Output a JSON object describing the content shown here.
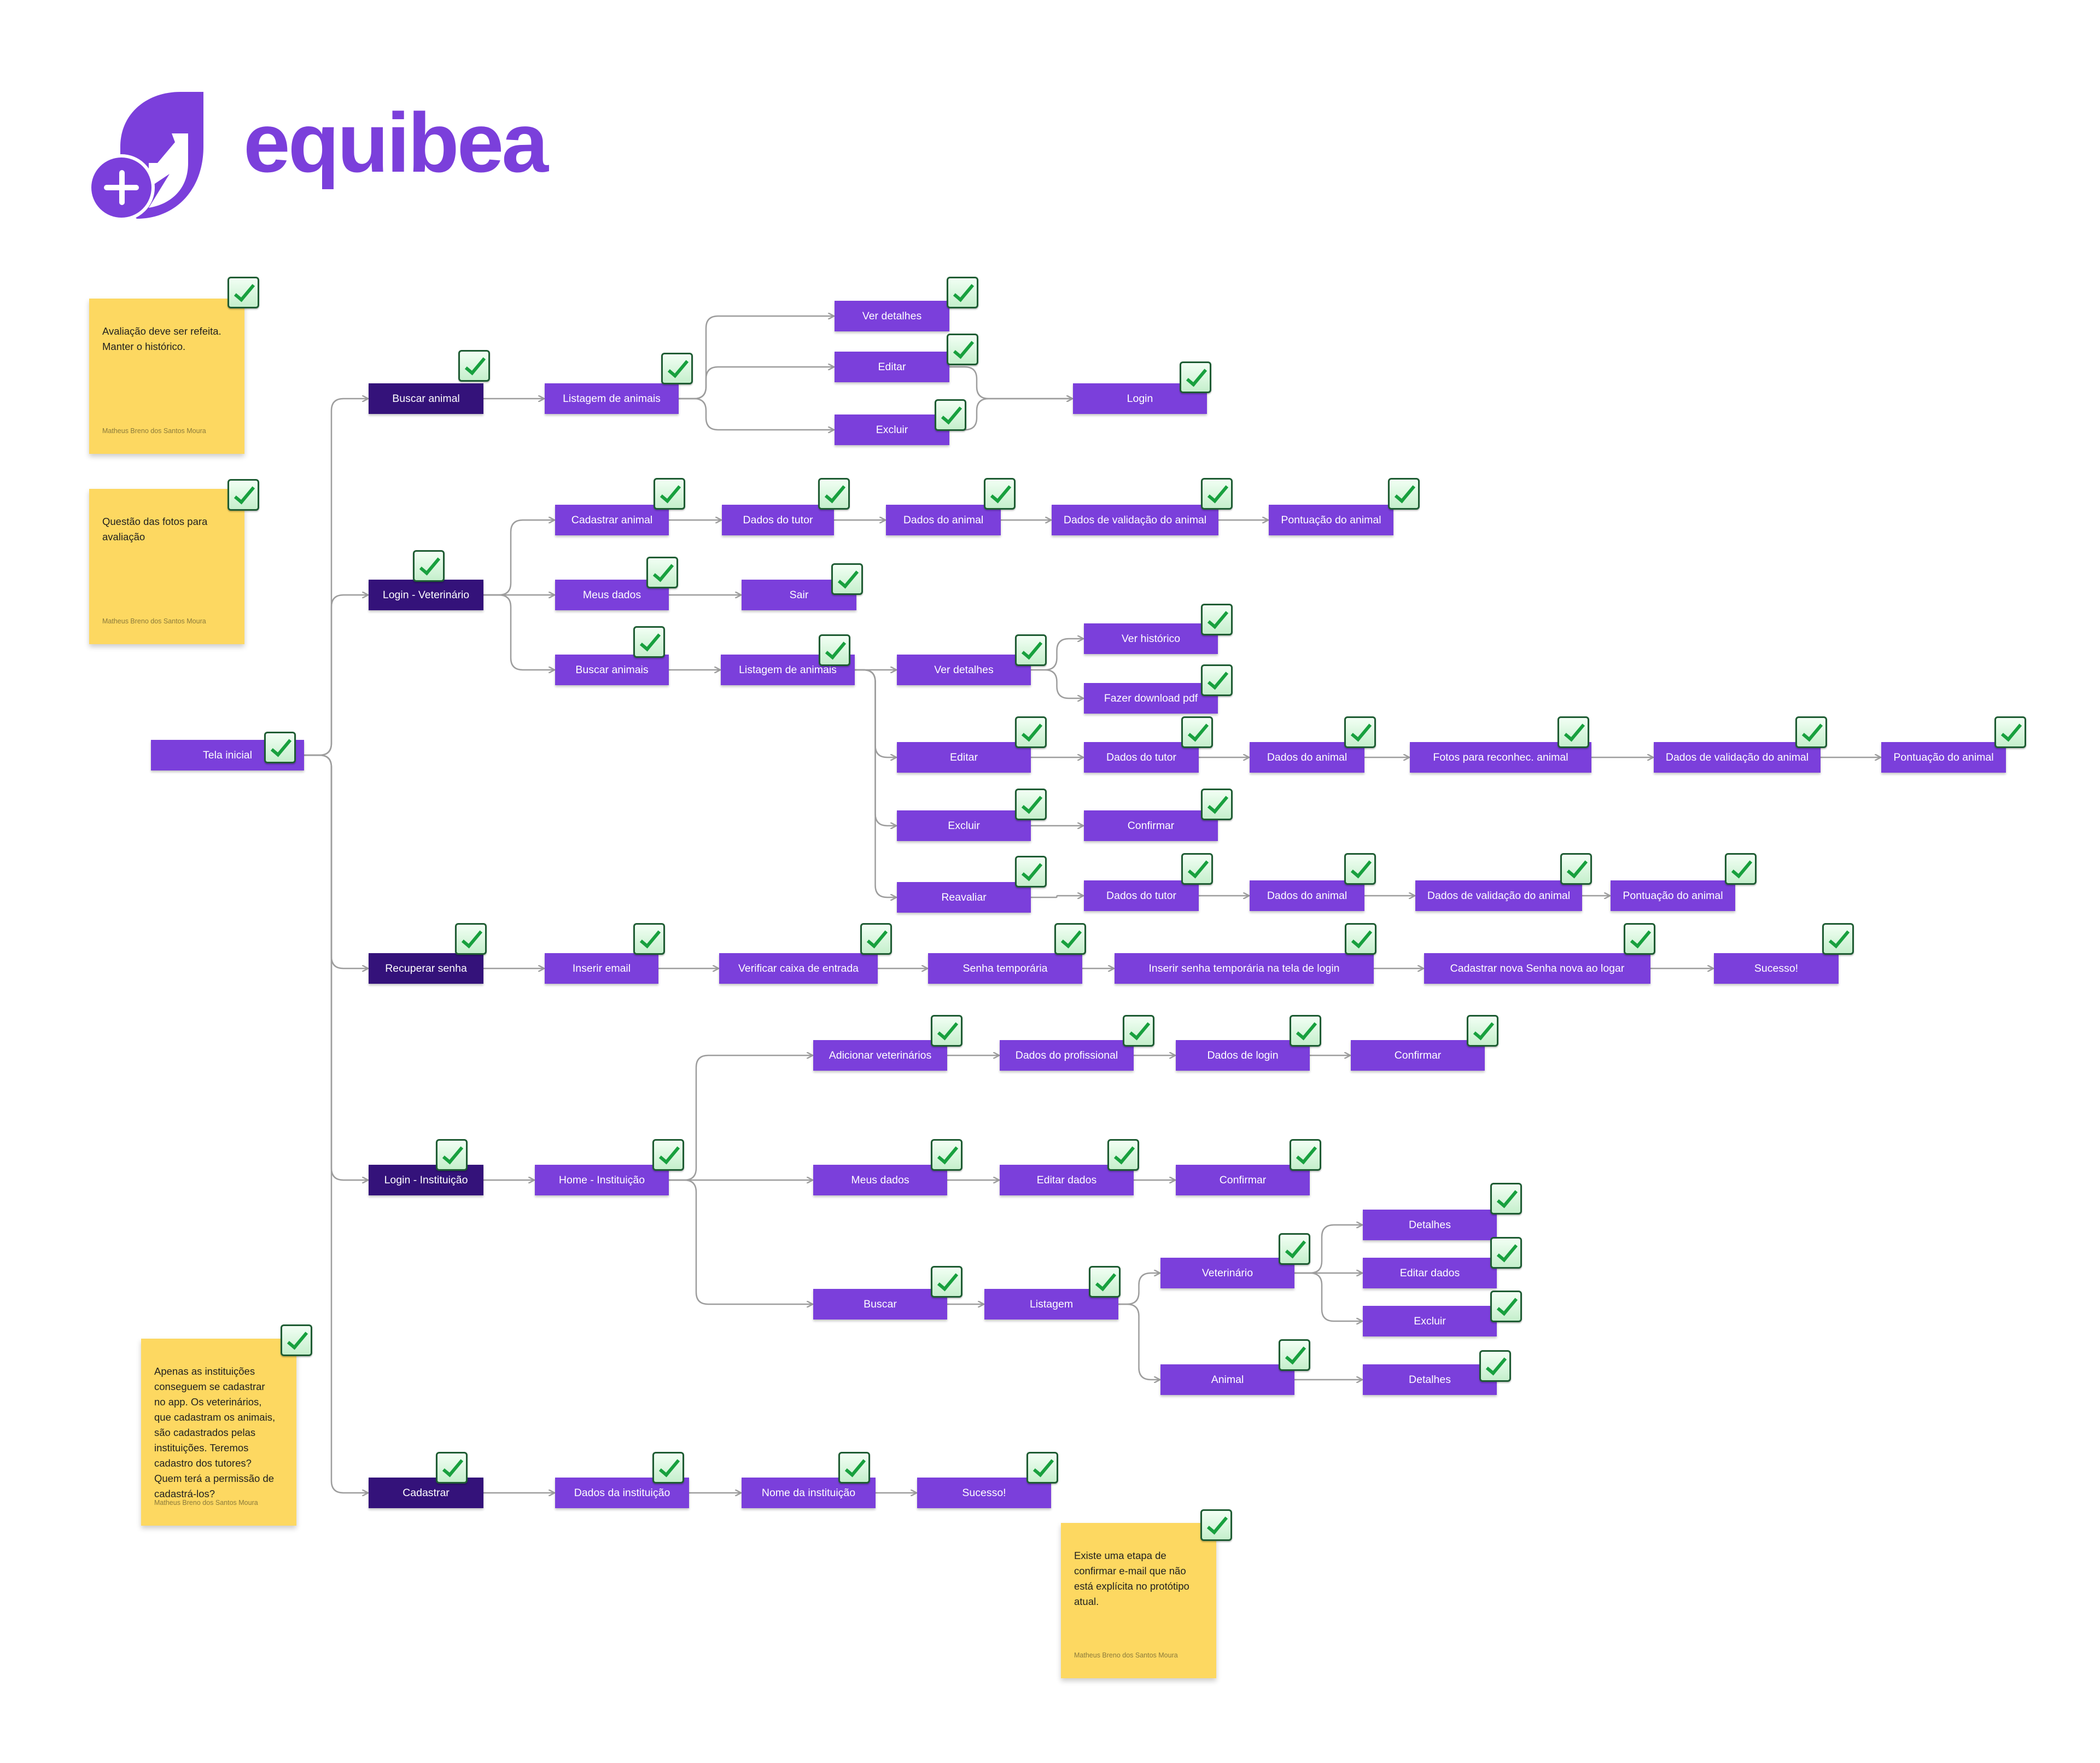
{
  "brand": {
    "name": "equibea",
    "logo_icon": "plus-horse-logo-icon",
    "colors": {
      "primary": "#7b3fdb",
      "primary_dark": "#34127a",
      "sticky": "#fdd861",
      "check": "#18a03e",
      "connector": "#9d9d9d"
    }
  },
  "nodes": {
    "tela_inicial": "Tela inicial",
    "buscar_animal": "Buscar animal",
    "listagem_de_animais": "Listagem de animais",
    "ver_detalhes_1": "Ver detalhes",
    "editar_1": "Editar",
    "excluir_1": "Excluir",
    "login_1": "Login",
    "login_veterinario": "Login - Veterinário",
    "cadastrar_animal": "Cadastrar animal",
    "dados_do_tutor_1": "Dados do tutor",
    "dados_do_animal_1": "Dados do animal",
    "dados_validacao_1": "Dados de validação do animal",
    "pontuacao_1": "Pontuação do animal",
    "meus_dados_1": "Meus dados",
    "sair": "Sair",
    "buscar_animais": "Buscar animais",
    "listagem_de_animais_2": "Listagem de animais",
    "ver_detalhes_2": "Ver detalhes",
    "ver_historico": "Ver histórico",
    "fazer_download_pdf": "Fazer download pdf",
    "editar_2": "Editar",
    "dados_do_tutor_2": "Dados do tutor",
    "dados_do_animal_2": "Dados do animal",
    "fotos_reconhec": "Fotos para reconhec. animal",
    "dados_validacao_2": "Dados de validação do animal",
    "pontuacao_2": "Pontuação do animal",
    "excluir_2": "Excluir",
    "confirmar_1": "Confirmar",
    "reavaliar": "Reavaliar",
    "dados_do_tutor_3": "Dados do tutor",
    "dados_do_animal_3": "Dados do animal",
    "dados_validacao_3": "Dados de validação do animal",
    "pontuacao_3": "Pontuação do animal",
    "recuperar_senha": "Recuperar senha",
    "inserir_email": "Inserir email",
    "verificar_caixa": "Verificar caixa de entrada",
    "senha_temporaria": "Senha temporária",
    "inserir_senha_temporaria": "Inserir senha temporária na tela de login",
    "cadastrar_nova_senha": "Cadastrar nova Senha nova ao logar",
    "sucesso_1": "Sucesso!",
    "login_instituicao": "Login - Instituição",
    "home_instituicao": "Home - Instituição",
    "adicionar_veterinarios": "Adicionar veterinários",
    "dados_do_profissional": "Dados do profissional",
    "dados_de_login": "Dados de login",
    "confirmar_2": "Confirmar",
    "meus_dados_2": "Meus dados",
    "editar_dados_1": "Editar dados",
    "confirmar_3": "Confirmar",
    "buscar": "Buscar",
    "listagem": "Listagem",
    "veterinario": "Veterinário",
    "detalhes_1": "Detalhes",
    "editar_dados_2": "Editar dados",
    "excluir_3": "Excluir",
    "animal": "Animal",
    "detalhes_2": "Detalhes",
    "cadastrar": "Cadastrar",
    "dados_da_instituicao": "Dados da instituição",
    "nome_da_instituicao": "Nome da instituição",
    "sucesso_2": "Sucesso!"
  },
  "stickies": {
    "note_1": {
      "text": "Avaliação deve ser refeita.\nManter o histórico.",
      "author": "Matheus Breno dos Santos Moura"
    },
    "note_2": {
      "text": "Questão das fotos para\navaliação",
      "author": "Matheus Breno dos Santos Moura"
    },
    "note_3": {
      "text": "Apenas as instituições\nconseguem se cadastrar\nno app. Os veterinários,\nque cadastram os animais,\nsão cadastrados pelas\ninstituições. Teremos\ncadastro dos tutores?\nQuem terá a permissão de\ncadastrá-los?",
      "author": "Matheus Breno dos Santos Moura"
    },
    "note_4": {
      "text": "Existe uma etapa de\nconfirmar e-mail que não\nestá explícita no protótipo\natual.",
      "author": "Matheus Breno dos Santos Moura"
    }
  },
  "edges": [
    [
      "tela_inicial",
      "buscar_animal"
    ],
    [
      "tela_inicial",
      "login_veterinario"
    ],
    [
      "tela_inicial",
      "recuperar_senha"
    ],
    [
      "tela_inicial",
      "login_instituicao"
    ],
    [
      "tela_inicial",
      "cadastrar"
    ],
    [
      "buscar_animal",
      "listagem_de_animais"
    ],
    [
      "listagem_de_animais",
      "ver_detalhes_1"
    ],
    [
      "listagem_de_animais",
      "editar_1"
    ],
    [
      "listagem_de_animais",
      "excluir_1"
    ],
    [
      "editar_1",
      "login_1"
    ],
    [
      "excluir_1",
      "login_1"
    ],
    [
      "login_veterinario",
      "cadastrar_animal"
    ],
    [
      "login_veterinario",
      "meus_dados_1"
    ],
    [
      "login_veterinario",
      "buscar_animais"
    ],
    [
      "cadastrar_animal",
      "dados_do_tutor_1"
    ],
    [
      "dados_do_tutor_1",
      "dados_do_animal_1"
    ],
    [
      "dados_do_animal_1",
      "dados_validacao_1"
    ],
    [
      "dados_validacao_1",
      "pontuacao_1"
    ],
    [
      "meus_dados_1",
      "sair"
    ],
    [
      "buscar_animais",
      "listagem_de_animais_2"
    ],
    [
      "listagem_de_animais_2",
      "ver_detalhes_2"
    ],
    [
      "listagem_de_animais_2",
      "editar_2"
    ],
    [
      "listagem_de_animais_2",
      "excluir_2"
    ],
    [
      "listagem_de_animais_2",
      "reavaliar"
    ],
    [
      "ver_detalhes_2",
      "ver_historico"
    ],
    [
      "ver_detalhes_2",
      "fazer_download_pdf"
    ],
    [
      "editar_2",
      "dados_do_tutor_2"
    ],
    [
      "dados_do_tutor_2",
      "dados_do_animal_2"
    ],
    [
      "dados_do_animal_2",
      "fotos_reconhec"
    ],
    [
      "fotos_reconhec",
      "dados_validacao_2"
    ],
    [
      "dados_validacao_2",
      "pontuacao_2"
    ],
    [
      "excluir_2",
      "confirmar_1"
    ],
    [
      "reavaliar",
      "dados_do_tutor_3"
    ],
    [
      "dados_do_tutor_3",
      "dados_do_animal_3"
    ],
    [
      "dados_do_animal_3",
      "dados_validacao_3"
    ],
    [
      "dados_validacao_3",
      "pontuacao_3"
    ],
    [
      "recuperar_senha",
      "inserir_email"
    ],
    [
      "inserir_email",
      "verificar_caixa"
    ],
    [
      "verificar_caixa",
      "senha_temporaria"
    ],
    [
      "senha_temporaria",
      "inserir_senha_temporaria"
    ],
    [
      "inserir_senha_temporaria",
      "cadastrar_nova_senha"
    ],
    [
      "cadastrar_nova_senha",
      "sucesso_1"
    ],
    [
      "login_instituicao",
      "home_instituicao"
    ],
    [
      "home_instituicao",
      "adicionar_veterinarios"
    ],
    [
      "home_instituicao",
      "meus_dados_2"
    ],
    [
      "home_instituicao",
      "buscar"
    ],
    [
      "adicionar_veterinarios",
      "dados_do_profissional"
    ],
    [
      "dados_do_profissional",
      "dados_de_login"
    ],
    [
      "dados_de_login",
      "confirmar_2"
    ],
    [
      "meus_dados_2",
      "editar_dados_1"
    ],
    [
      "editar_dados_1",
      "confirmar_3"
    ],
    [
      "buscar",
      "listagem"
    ],
    [
      "listagem",
      "veterinario"
    ],
    [
      "listagem",
      "animal"
    ],
    [
      "veterinario",
      "detalhes_1"
    ],
    [
      "veterinario",
      "editar_dados_2"
    ],
    [
      "veterinario",
      "excluir_3"
    ],
    [
      "animal",
      "detalhes_2"
    ],
    [
      "cadastrar",
      "dados_da_instituicao"
    ],
    [
      "dados_da_instituicao",
      "nome_da_instituicao"
    ],
    [
      "nome_da_instituicao",
      "sucesso_2"
    ]
  ]
}
